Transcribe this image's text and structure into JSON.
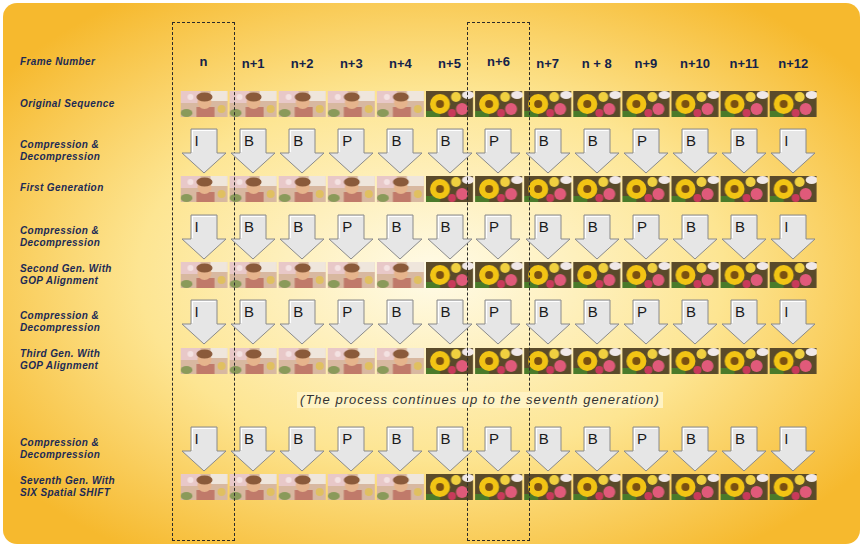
{
  "diagram": {
    "nodes": [
      {
        "text": [
          "n"
        ]
      },
      {
        "text": [
          "n+6"
        ]
      },
      {
        "text": [
          "I"
        ],
        "in": 0
      },
      {
        "text": [
          "B"
        ]
      },
      {
        "text": [
          "B"
        ]
      },
      {
        "text": [
          "P"
        ]
      },
      {
        "text": [
          "B"
        ]
      },
      {
        "text": [
          "B"
        ]
      },
      {
        "text": [
          "P"
        ],
        "in": 1
      },
      {
        "text": [
          "B"
        ]
      },
      {
        "text": [
          "B"
        ]
      },
      {
        "text": [
          "P"
        ]
      },
      {
        "text": [
          "B"
        ]
      },
      {
        "text": [
          "B"
        ]
      },
      {
        "text": [
          "I"
        ]
      },
      {
        "text": [
          "I"
        ],
        "in": 0
      },
      {
        "text": [
          "B"
        ]
      },
      {
        "text": [
          "B"
        ]
      },
      {
        "text": [
          "P"
        ]
      },
      {
        "text": [
          "B"
        ]
      },
      {
        "text": [
          "B"
        ]
      },
      {
        "text": [
          "P"
        ],
        "in": 1
      },
      {
        "text": [
          "B"
        ]
      },
      {
        "text": [
          "B"
        ]
      },
      {
        "text": [
          "P"
        ]
      },
      {
        "text": [
          "B"
        ]
      },
      {
        "text": [
          "B"
        ]
      },
      {
        "text": [
          "I"
        ]
      },
      {
        "text": [
          "I"
        ],
        "in": 0
      },
      {
        "text": [
          "B"
        ]
      },
      {
        "text": [
          "B"
        ]
      },
      {
        "text": [
          "P"
        ]
      },
      {
        "text": [
          "B"
        ]
      },
      {
        "text": [
          "B"
        ]
      },
      {
        "text": [
          "P"
        ],
        "in": 1
      },
      {
        "text": [
          "B"
        ]
      },
      {
        "text": [
          "B"
        ]
      },
      {
        "text": [
          "P"
        ]
      },
      {
        "text": [
          "B"
        ]
      },
      {
        "text": [
          "B"
        ]
      },
      {
        "text": [
          "I"
        ]
      },
      {
        "text": [
          "I"
        ],
        "in": 0
      },
      {
        "text": [
          "B"
        ]
      },
      {
        "text": [
          "B"
        ]
      },
      {
        "text": [
          "P"
        ]
      },
      {
        "text": [
          "B"
        ]
      },
      {
        "text": [
          "B"
        ]
      },
      {
        "text": [
          "P"
        ],
        "in": 1
      },
      {
        "text": [
          "B"
        ]
      },
      {
        "text": [
          "B"
        ]
      },
      {
        "text": [
          "P"
        ]
      },
      {
        "text": [
          "B"
        ]
      },
      {
        "text": [
          "B"
        ]
      },
      {
        "text": [
          "I"
        ]
      }
    ],
    "labels": [
      "Frame Number",
      "n+1",
      "n+2",
      "n+3",
      "n+4",
      "n+5",
      "n+7",
      "n + 8",
      "n+9",
      "n+10",
      "n+11",
      "n+12",
      "Original Sequence",
      "Compression & Decompression",
      "First Generation",
      "Compression & Decompression",
      "Second Gen. With GOP Alignment",
      "Compression & Decompression",
      "Third Gen. With GOP Alignment",
      "(The process continues up to the seventh generation)",
      "Compression & Decompression",
      "Seventh Gen. With SIX Spatial SHIFT"
    ]
  }
}
